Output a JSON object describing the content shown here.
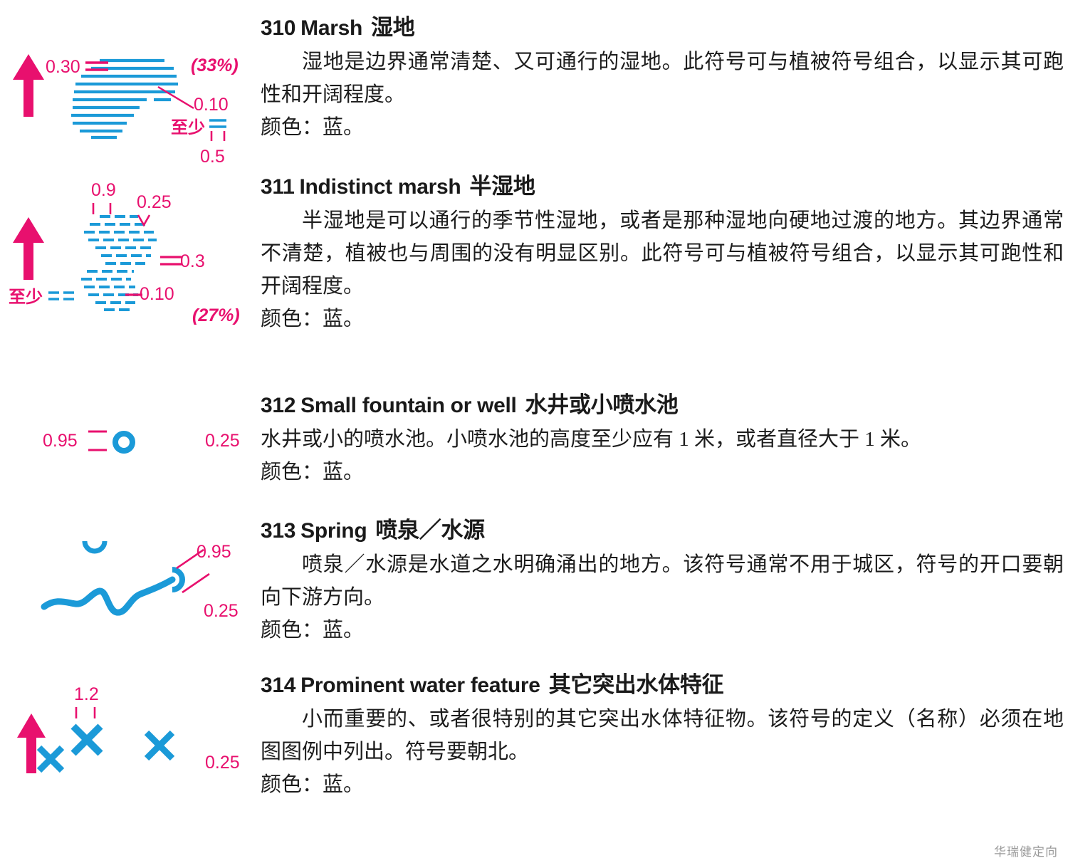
{
  "page": {
    "watermark": "华瑞健定向"
  },
  "colors": {
    "symbol_blue": "#1b9ad8",
    "annotation_pink": "#e8106e",
    "text_black": "#1c1c1c"
  },
  "entries": [
    {
      "id": "310",
      "number": "310",
      "english": "Marsh",
      "chinese": "湿地",
      "paragraphs": [
        "湿地是边界通常清楚、又可通行的湿地。此符号可与植被符号组合，以显示其可跑性和开阔程度。"
      ],
      "color_line": "颜色：蓝。",
      "symbol": {
        "annotations": [
          {
            "name": "line-width-upper",
            "text": "0.30"
          },
          {
            "name": "percent-coverage",
            "text": "(33%)"
          },
          {
            "name": "line-width-lower",
            "text": "0.10"
          },
          {
            "name": "minimum-label",
            "text": "至少"
          },
          {
            "name": "minimum-size",
            "text": "0.5"
          }
        ]
      }
    },
    {
      "id": "311",
      "number": "311",
      "english": "Indistinct marsh",
      "chinese": "半湿地",
      "paragraphs": [
        "半湿地是可以通行的季节性湿地，或者是那种湿地向硬地过渡的地方。其边界通常不清楚，植被也与周围的没有明显区别。此符号可与植被符号组合，以显示其可跑性和开阔程度。"
      ],
      "color_line": "颜色：蓝。",
      "symbol": {
        "annotations": [
          {
            "name": "dash-length",
            "text": "0.9"
          },
          {
            "name": "gap-length",
            "text": "0.25"
          },
          {
            "name": "line-spacing",
            "text": "0.3"
          },
          {
            "name": "line-width",
            "text": "0.10"
          },
          {
            "name": "percent-coverage",
            "text": "(27%)"
          },
          {
            "name": "minimum-label",
            "text": "至少"
          }
        ]
      }
    },
    {
      "id": "312",
      "number": "312",
      "english": "Small fountain or well",
      "chinese": "水井或小喷水池",
      "paragraphs": [
        "水井或小的喷水池。小喷水池的高度至少应有 1 米，或者直径大于 1 米。"
      ],
      "color_line": "颜色：蓝。",
      "symbol": {
        "annotations": [
          {
            "name": "outer-diameter",
            "text": "0.95"
          },
          {
            "name": "line-width",
            "text": "0.25"
          }
        ]
      }
    },
    {
      "id": "313",
      "number": "313",
      "english": "Spring",
      "chinese": "喷泉／水源",
      "paragraphs": [
        "喷泉／水源是水道之水明确涌出的地方。该符号通常不用于城区，符号的开口要朝向下游方向。"
      ],
      "color_line": "颜色：蓝。",
      "symbol": {
        "annotations": [
          {
            "name": "arc-diameter",
            "text": "0.95"
          },
          {
            "name": "line-width",
            "text": "0.25"
          }
        ]
      }
    },
    {
      "id": "314",
      "number": "314",
      "english": "Prominent water feature",
      "chinese": "其它突出水体特征",
      "paragraphs": [
        "小而重要的、或者很特别的其它突出水体特征物。该符号的定义（名称）必须在地图图例中列出。符号要朝北。"
      ],
      "color_line": "颜色：蓝。",
      "symbol": {
        "annotations": [
          {
            "name": "cross-size",
            "text": "1.2"
          },
          {
            "name": "line-width",
            "text": "0.25"
          }
        ]
      }
    }
  ]
}
